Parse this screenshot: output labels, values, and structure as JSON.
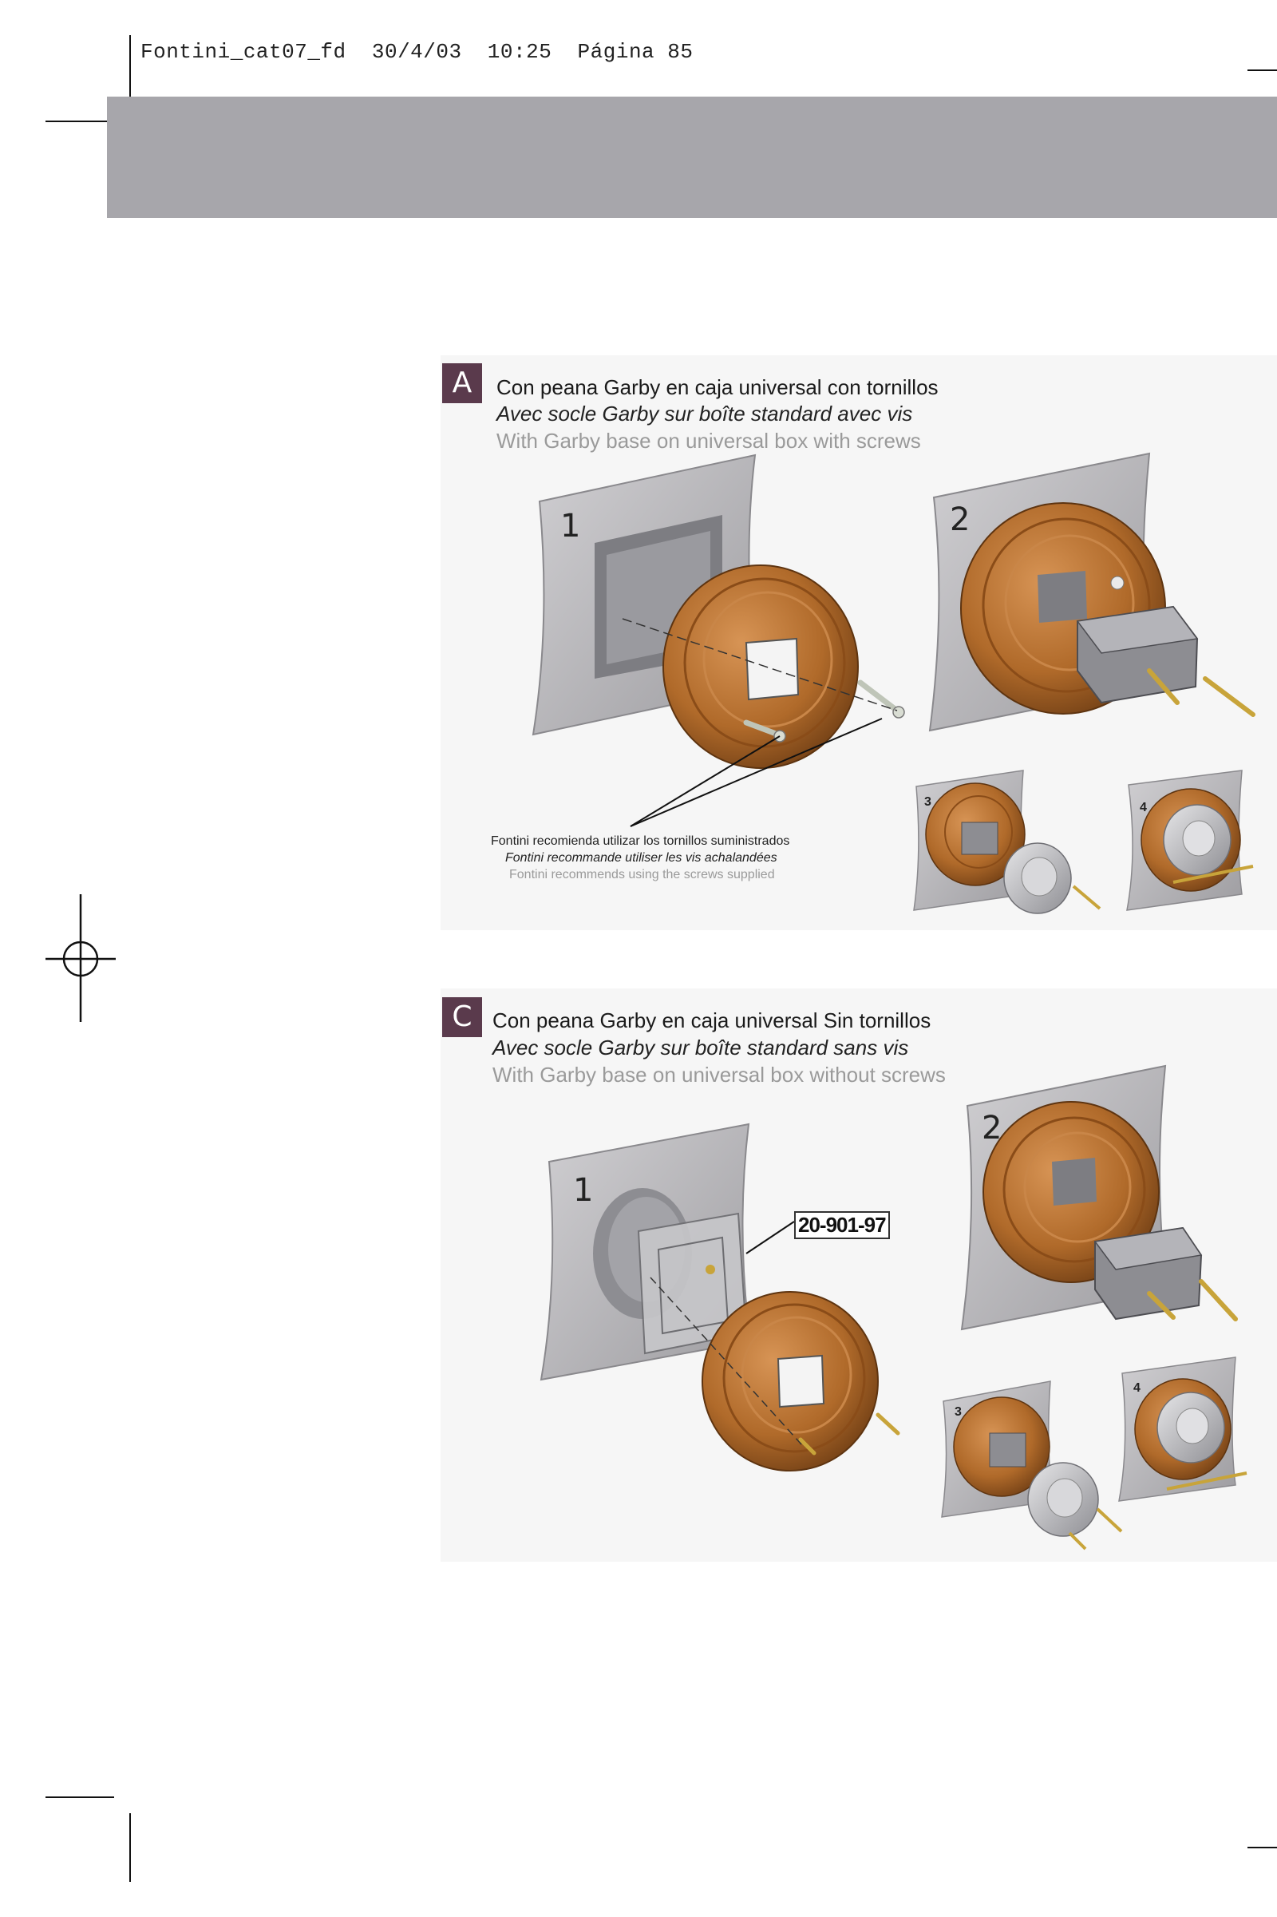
{
  "header": {
    "file": "Fontini_cat07_fd",
    "date": "30/4/03",
    "time": "10:25",
    "page": "Página 85"
  },
  "section_a": {
    "letter": "A",
    "title_es": "Con peana Garby en caja universal con tornillos",
    "title_fr": "Avec socle Garby sur boîte standard avec vis",
    "title_en": "With Garby base on universal box with screws",
    "steps": [
      "1",
      "2",
      "3",
      "4"
    ],
    "note_es": "Fontini recomienda utilizar los tornillos suministrados",
    "note_fr": "Fontini recommande utiliser les vis achalandées",
    "note_en": "Fontini recommends using the screws supplied"
  },
  "section_c": {
    "letter": "C",
    "title_es": "Con peana Garby en caja universal Sin tornillos",
    "title_fr": "Avec socle Garby sur boîte standard sans vis",
    "title_en": "With Garby base on universal box without screws",
    "steps": [
      "1",
      "2",
      "3",
      "4"
    ],
    "part_ref": "20-901-97"
  },
  "colors": {
    "band": "#a7a6ab",
    "letter_box": "#5a3a4c",
    "rosette": "#b06a2a",
    "wall_plate": "#b9b8bb"
  }
}
